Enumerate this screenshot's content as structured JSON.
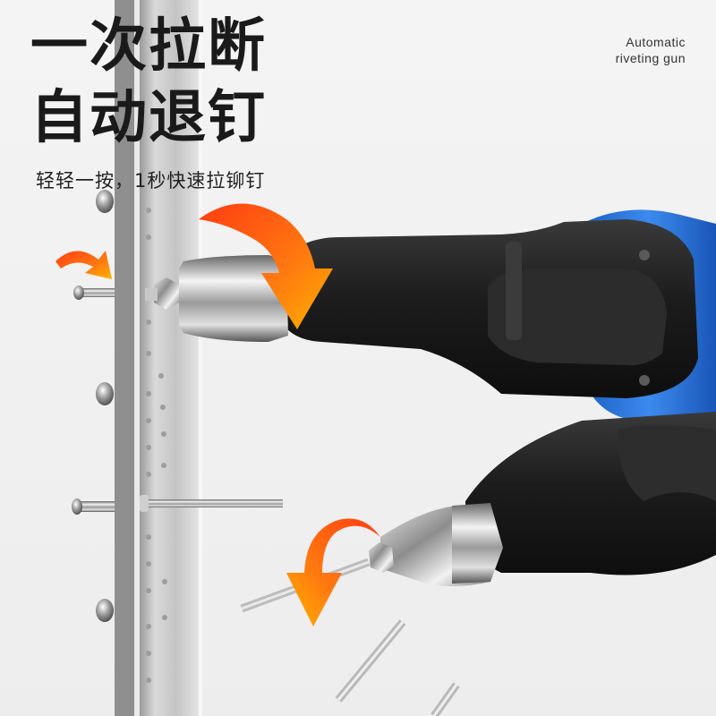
{
  "headline": {
    "line1": "一次拉断",
    "line2": "自动退钉"
  },
  "subtitle": "轻轻一按，1秒快速拉铆钉",
  "english_caption": {
    "line1": "Automatic",
    "line2": "riveting gun"
  },
  "colors": {
    "headline": "#1a1a1a",
    "arrow_orange": "#ff5a1a",
    "arrow_yellow": "#ffb000",
    "tool_blue": "#1f6fd6",
    "tool_black": "#222222",
    "metal": "#b8b8b8"
  },
  "illustration": {
    "upper_tool": "rivet-gun-pulling",
    "lower_tool": "rivet-gun-ejecting",
    "arrows": [
      "curved-arrow-small",
      "curved-arrow-down",
      "curved-arrow-eject"
    ]
  }
}
